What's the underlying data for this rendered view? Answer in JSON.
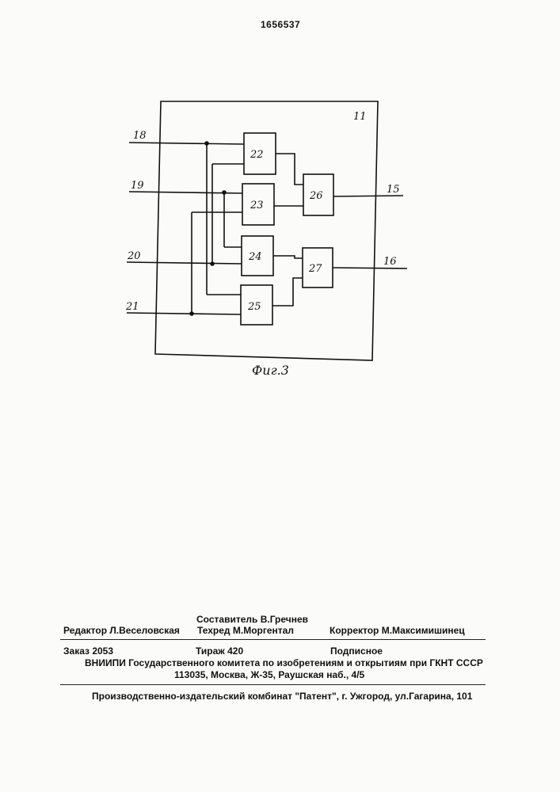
{
  "patent_number": "1656537",
  "figure": {
    "caption": "Фиг.3",
    "block_label": "11",
    "inputs": [
      "18",
      "19",
      "20",
      "21"
    ],
    "outputs": [
      "15",
      "16"
    ],
    "first_stage": [
      "22",
      "23",
      "24",
      "25"
    ],
    "second_stage": [
      "26",
      "27"
    ]
  },
  "imprint": {
    "editor": "Редактор  Л.Веселовская",
    "compiler": "Составитель  В.Гречнев",
    "techred": "Техред М.Моргентал",
    "corrector": "Корректор  М.Максимишинец",
    "order": "Заказ  2053",
    "circulation": "Тираж 420",
    "subscription": "Подписное",
    "publisher_line1": "ВНИИПИ Государственного комитета по изобретениям и открытиям при ГКНТ СССР",
    "publisher_line2": "113035, Москва, Ж-35, Раушская наб., 4/5",
    "printer": "Производственно-издательский комбинат \"Патент\", г. Ужгород, ул.Гагарина, 101"
  }
}
